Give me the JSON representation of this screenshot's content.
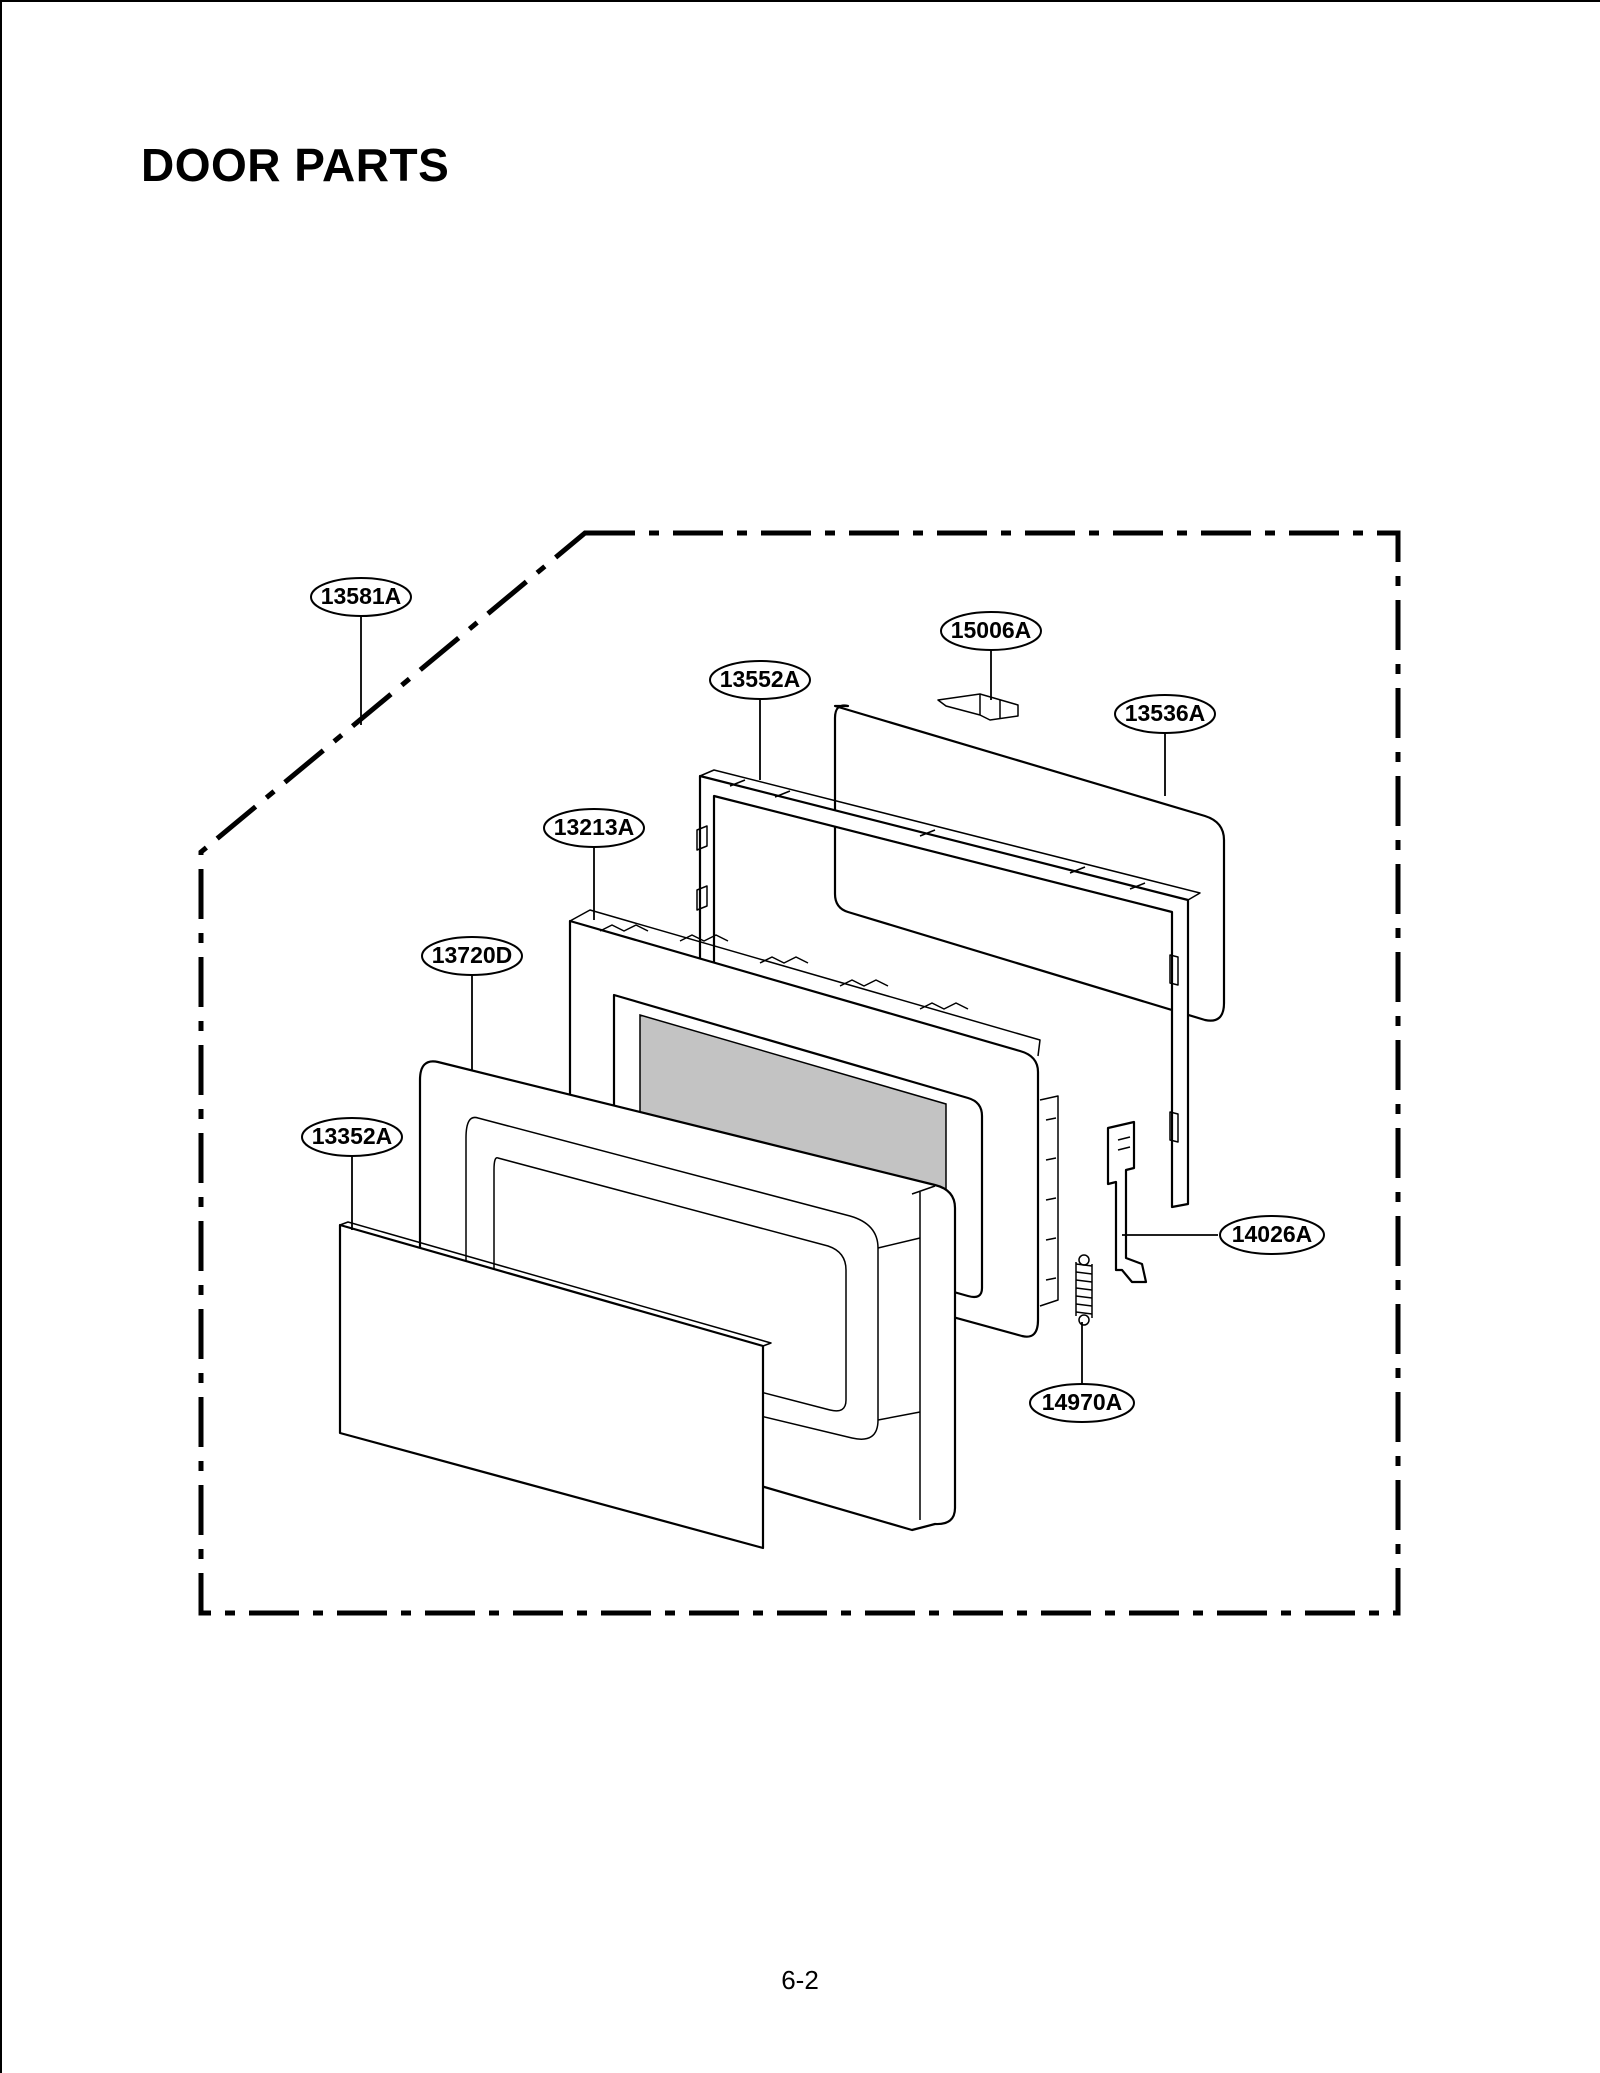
{
  "page": {
    "title": "DOOR PARTS",
    "page_number": "6-2"
  },
  "callouts": {
    "c13581A": "13581A",
    "c15006A": "15006A",
    "c13552A": "13552A",
    "c13536A": "13536A",
    "c13213A": "13213A",
    "c13720D": "13720D",
    "c13352A": "13352A",
    "c14026A": "14026A",
    "c14970A": "14970A"
  },
  "colors": {
    "line": "#000000",
    "background": "#ffffff",
    "glass_fill": "#c3c3c3"
  }
}
